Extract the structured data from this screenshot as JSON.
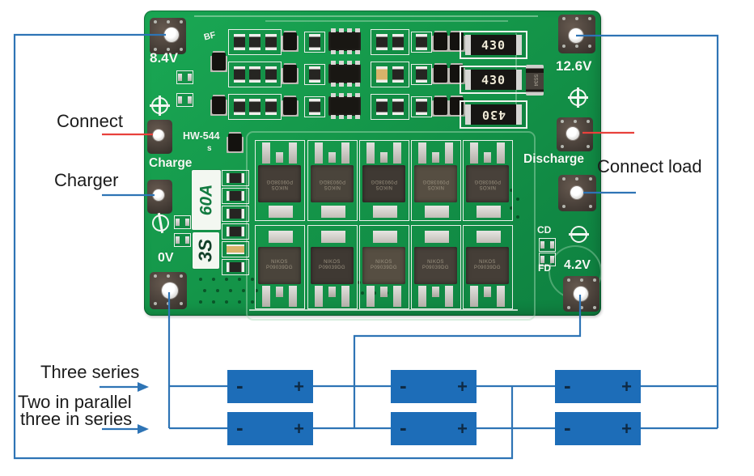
{
  "colors": {
    "pcb_green": "#149549",
    "wire_blue": "#2e74b5",
    "marker_red": "#e8413c",
    "battery_blue": "#1d6db8",
    "silkscreen_white": "#f4f8f3"
  },
  "board": {
    "silkscreen": {
      "bf": "BF",
      "model": "HW-544",
      "model_sub": "s",
      "charge": "Charge",
      "discharge": "Discharge",
      "series_spec": "3S",
      "current_spec": "60A",
      "cd": "CD",
      "fd": "FD",
      "pad_label_mid2": "8.4V",
      "pad_label_pack_plus": "12.6V",
      "pad_label_minus": "0V",
      "pad_label_mid1": "4.2V"
    },
    "components": {
      "resistor_value": "430",
      "diode_marking": "SS34",
      "mosfet_brand": "NIKOS",
      "mosfet_top_part": "P09038DG",
      "mosfet_bottom_part": "P09039DG"
    }
  },
  "annotations": {
    "connect": "Connect",
    "charger": "Charger",
    "connect_load": "Connect load",
    "three_series": "Three series",
    "parallel_line1": "Two in parallel",
    "parallel_line2": "three in series"
  },
  "battery": {
    "minus": "-",
    "plus": "+"
  }
}
